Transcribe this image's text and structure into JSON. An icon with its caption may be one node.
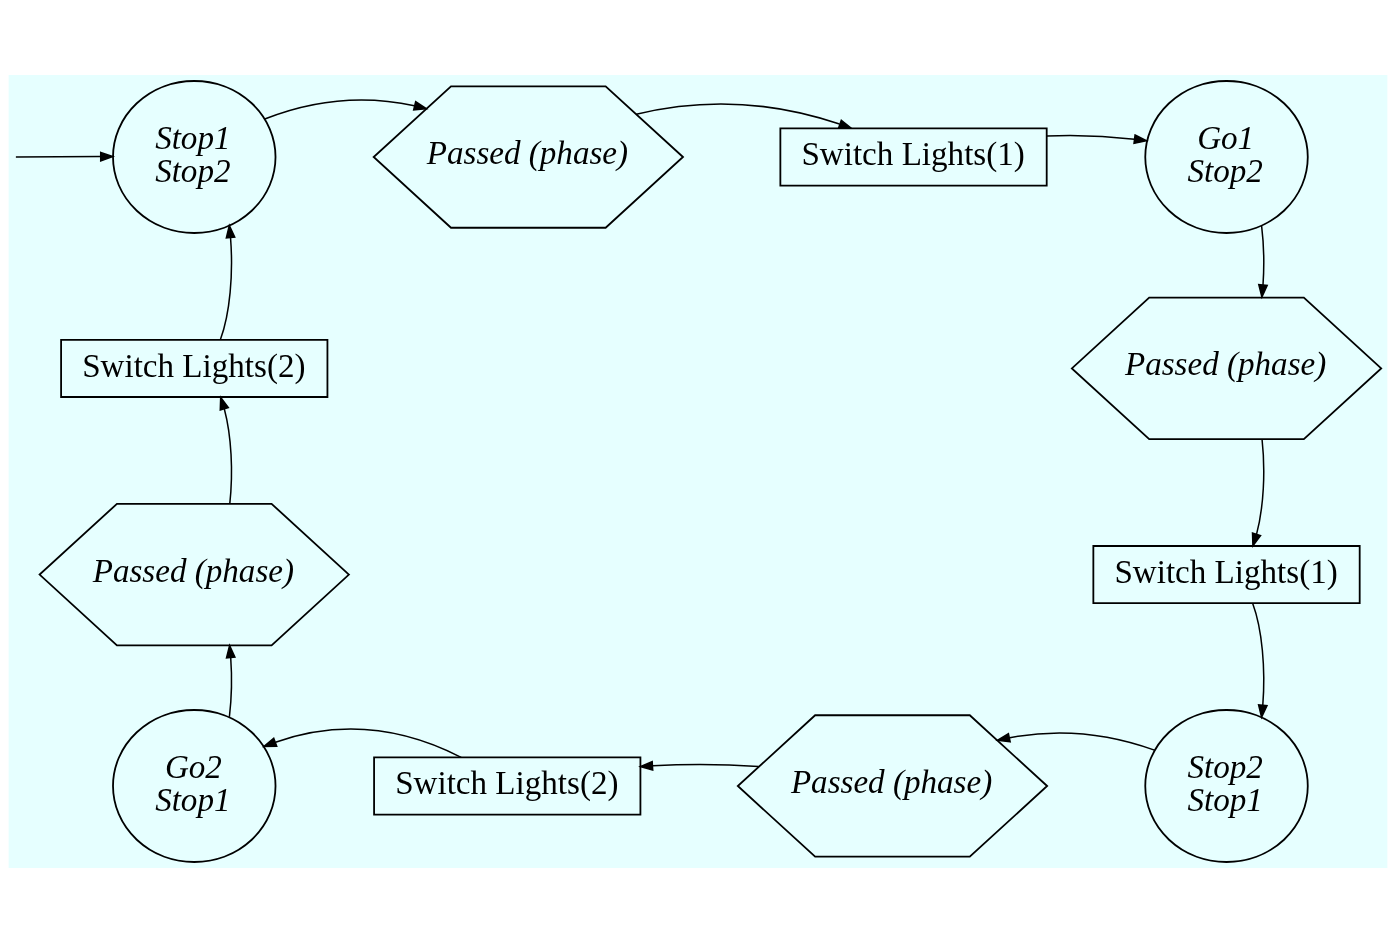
{
  "diagram": {
    "nodes": [
      {
        "text": [
          "Stop1",
          "Stop2"
        ]
      },
      {
        "text": [
          "Passed (phase)"
        ]
      },
      {
        "text": [
          "Switch Lights(1)"
        ]
      },
      {
        "text": [
          "Go1",
          "Stop2"
        ]
      },
      {
        "text": [
          "Switch Lights(2)"
        ]
      },
      {
        "text": [
          "Passed (phase)"
        ]
      },
      {
        "text": [
          "Switch Lights(1)"
        ]
      },
      {
        "text": [
          "Passed (phase)"
        ]
      },
      {
        "text": [
          "Go2",
          "Stop1"
        ]
      },
      {
        "text": [
          "Switch Lights(2)"
        ]
      },
      {
        "text": [
          "Passed (phase)"
        ]
      },
      {
        "text": [
          "Stop2",
          "Stop1"
        ]
      }
    ],
    "edges": [
      {
        "from": null,
        "to": 0,
        "arrow": "to"
      },
      {
        "from": 0,
        "to": 1,
        "arrow": "to"
      },
      {
        "from": 1,
        "to": 2,
        "arrow": "to"
      },
      {
        "from": 2,
        "to": 3,
        "arrow": "to"
      },
      {
        "from": 3,
        "to": 5,
        "arrow": "to"
      },
      {
        "from": 5,
        "to": 6,
        "arrow": "to"
      },
      {
        "from": 6,
        "to": 11,
        "arrow": "to"
      },
      {
        "from": 11,
        "to": 10,
        "arrow": "to"
      },
      {
        "from": 10,
        "to": 9,
        "arrow": "to"
      },
      {
        "from": 9,
        "to": 8,
        "arrow": "to"
      },
      {
        "from": 8,
        "to": 7,
        "arrow": "to"
      },
      {
        "from": 7,
        "to": 4,
        "arrow": "to"
      },
      {
        "from": 4,
        "to": 0,
        "arrow": "to"
      }
    ]
  }
}
